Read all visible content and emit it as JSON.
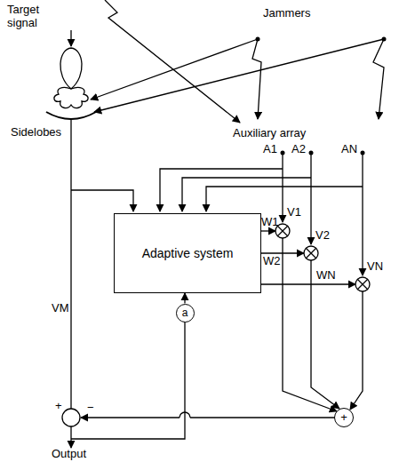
{
  "diagram": {
    "nodes": [
      {
        "text": [
          "Adaptive system"
        ]
      },
      {
        "text": [
          "+"
        ]
      },
      {
        "text": [
          "a"
        ]
      }
    ],
    "edges": [
      {
        "from": 2,
        "to": 0,
        "arrow": "to"
      }
    ],
    "labels": [
      "Target signal",
      "Jammers",
      "Sidelobes",
      "Auxiliary array",
      "A1",
      "A2",
      "AN",
      "W1",
      "W2",
      "WN",
      "V1",
      "V2",
      "VN",
      "VM",
      "+",
      "−",
      "Output"
    ]
  }
}
